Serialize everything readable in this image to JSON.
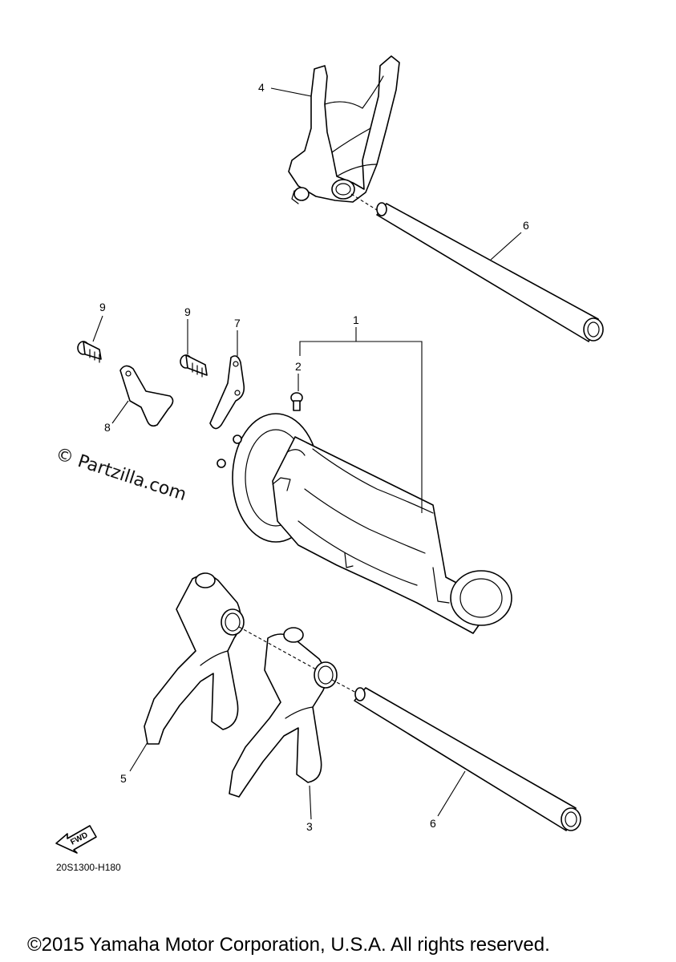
{
  "callouts": {
    "c1": "1",
    "c2": "2",
    "c3": "3",
    "c4": "4",
    "c5": "5",
    "c6_top": "6",
    "c6_bottom": "6",
    "c7": "7",
    "c8": "8",
    "c9_left": "9",
    "c9_right": "9"
  },
  "watermark": "© Partzilla.com",
  "fwd_label": "FWD",
  "diagram_code": "20S1300-H180",
  "copyright": "©2015 Yamaha Motor Corporation, U.S.A. All rights reserved."
}
